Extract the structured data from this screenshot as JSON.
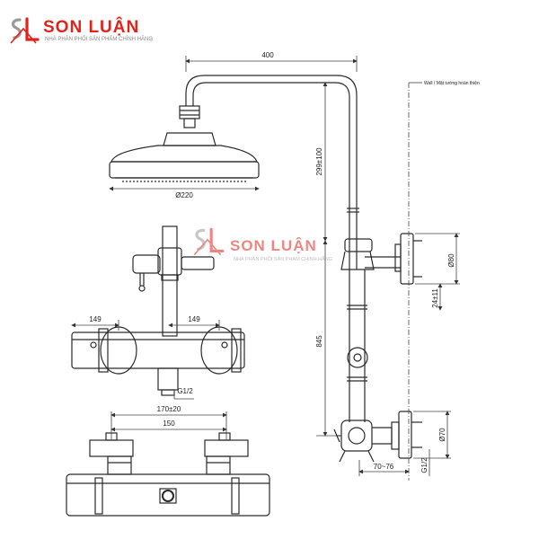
{
  "brand": {
    "name": "SON LUẬN",
    "tagline": "NHÀ PHÂN PHỐI SẢN PHẨM CHÍNH HÃNG",
    "monogram": "SL",
    "color_red": "#e0241c",
    "color_gray": "#9a9a9a"
  },
  "dimensions": {
    "width_top": "400",
    "shower_head_diameter": "Ø220",
    "wall_label": "Wall / Mặt tường hoàn thiện",
    "riser_height": "299±100",
    "bracket_diameter": "Ø80",
    "bracket_offset": "24±11",
    "height_845": "845",
    "bottom_diameter": "Ø70",
    "inlet_thread_right": "G1/2",
    "offset_bottom": "70~76",
    "left_149": "149",
    "right_149": "149",
    "inlet_thread_left": "G1/2",
    "centers_range": "170±20",
    "centers_150": "150"
  },
  "colors": {
    "line": "#2a2a2a",
    "dim_line": "#444444"
  }
}
